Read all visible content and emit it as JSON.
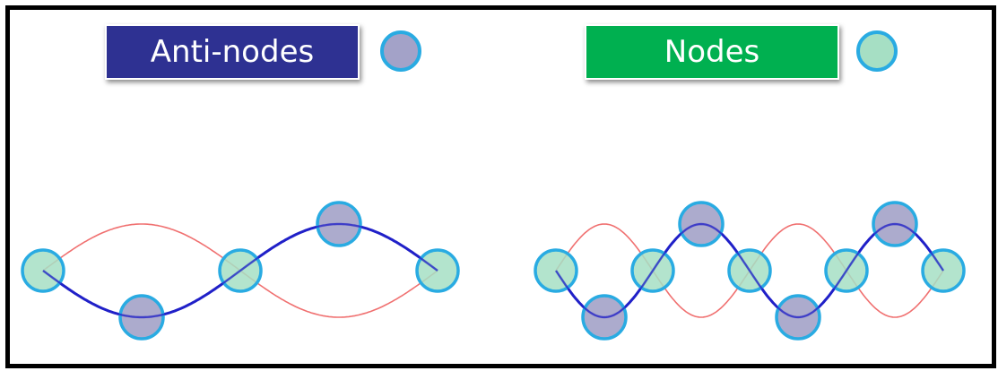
{
  "legend": {
    "antinodes_label": "Anti-nodes",
    "nodes_label": "Nodes"
  },
  "colors": {
    "frame_border": "#000000",
    "antinodes_box": "#2e3192",
    "nodes_box": "#00b050",
    "antinode_fill": "#a3a2c8",
    "node_fill": "#a6dfc4",
    "marker_stroke": "#29abe2",
    "wave_blue": "#2020c8",
    "wave_red": "#f07070"
  },
  "icons": {
    "antinode_marker": "circle",
    "node_marker": "circle"
  },
  "diagrams": [
    {
      "harmonic": 2,
      "nodes": 3,
      "antinodes": 2
    },
    {
      "harmonic": 4,
      "nodes": 5,
      "antinodes": 4
    }
  ]
}
